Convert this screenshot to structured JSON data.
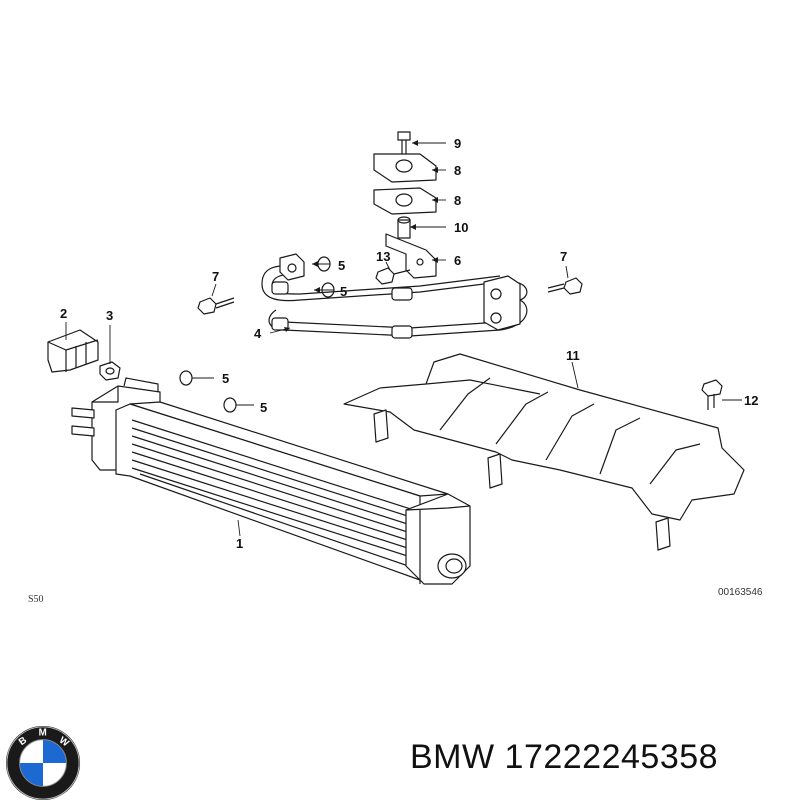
{
  "diagram": {
    "callouts": {
      "c1": "1",
      "c2": "2",
      "c3": "3",
      "c4": "4",
      "c5a": "5",
      "c5b": "5",
      "c5c": "5",
      "c5d": "5",
      "c6": "6",
      "c7a": "7",
      "c7b": "7",
      "c8a": "8",
      "c8b": "8",
      "c9": "9",
      "c10": "10",
      "c11": "11",
      "c12": "12",
      "c13": "13"
    },
    "series_code": "S50",
    "drawing_number": "00163546"
  },
  "footer": {
    "brand": "BMW",
    "part_number": "17222245358",
    "logo_letters": "BMW"
  },
  "colors": {
    "line": "#1a1a1a",
    "logo_blue": "#1c69d4",
    "logo_ring": "#1a1a1a"
  }
}
